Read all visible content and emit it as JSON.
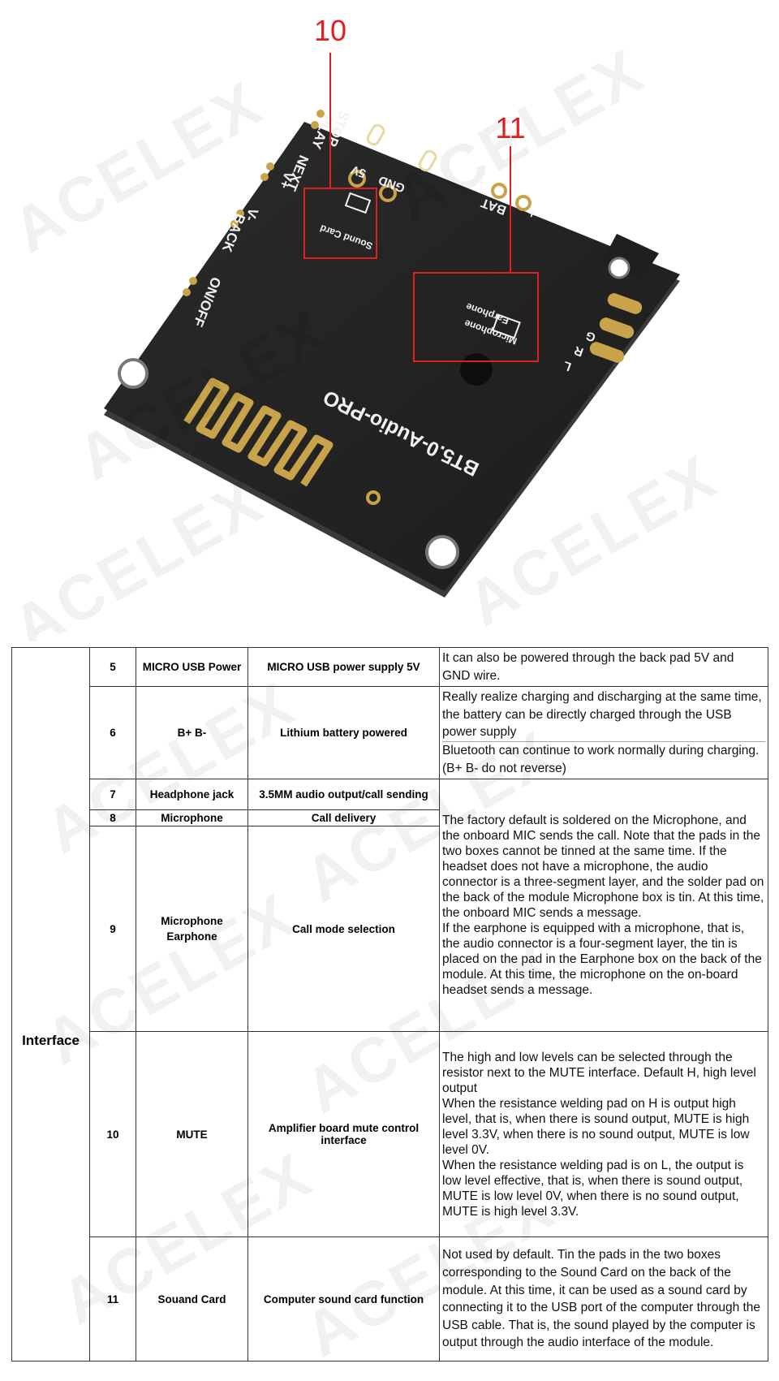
{
  "watermark_text": "ACELEX",
  "photo": {
    "callout_a": "10",
    "callout_b": "11",
    "board_model": "BT5.0-Audio-PRO",
    "pads": {
      "stop": "STOP",
      "play": "PLAY",
      "next": "NEXT",
      "vplus": "V+",
      "back": "BACK",
      "vminus": "V-",
      "onoff": "ON/OFF",
      "five_v": "5V",
      "gnd": "GND",
      "bat": "BAT",
      "bat_minus": "-",
      "bat_plus": "+",
      "sound_card": "Sound Card",
      "microphone": "Microphone",
      "earphone": "Earphone",
      "l": "L",
      "r": "R",
      "g": "G"
    }
  },
  "table": {
    "group_label": "Interface",
    "rows": [
      {
        "num": "5",
        "name": "MICRO USB Power",
        "func": "MICRO USB power supply 5V",
        "desc": [
          "It can also be powered through the back pad 5V and GND wire."
        ]
      },
      {
        "num": "6",
        "name": "B+ B-",
        "func": "Lithium battery powered",
        "desc": [
          "Really realize charging and discharging at the same time, the battery can be directly charged through the USB power supply",
          "Bluetooth can continue to work normally during charging. (B+ B- do not reverse)"
        ]
      },
      {
        "num": "7",
        "name": "Headphone jack",
        "func": "3.5MM audio output/call sending"
      },
      {
        "num": "8",
        "name": "Microphone",
        "func": "Call delivery"
      },
      {
        "num": "9",
        "name_lines": [
          "Microphone",
          "Earphone"
        ],
        "func": "Call mode selection"
      },
      {
        "num": "10",
        "name": "MUTE",
        "func": "Amplifier board mute control interface",
        "desc": [
          "The high and low levels can be selected through the resistor next to the MUTE interface. Default H, high level output",
          "When the resistance welding pad on H is output high level, that is, when there is sound output, MUTE is high level 3.3V, when there is no sound output, MUTE is low level 0V.",
          "When the resistance welding pad is on L, the output is low level effective, that is, when there is sound output, MUTE is low level 0V, when there is no sound output, MUTE is high level 3.3V."
        ]
      },
      {
        "num": "11",
        "name": "Souand Card",
        "func": "Computer sound card function",
        "desc": [
          "Not used by default. Tin the pads in the two boxes corresponding to the Sound Card on the back of the module. At this time, it can be used as a sound card by connecting it to the USB port of the computer through the USB cable. That is, the sound played by the computer is output through the audio interface of the module."
        ]
      }
    ],
    "merged_desc_7_9": [
      "The factory default is soldered on the Microphone, and the onboard MIC sends the call. Note that the pads in the two boxes cannot be tinned at the same time. If the headset does not have a microphone, the audio connector is a three-segment layer, and the solder pad on the back of the module Microphone box is tin. At this time, the onboard MIC sends a message.",
      "If the earphone is equipped with a microphone, that is, the audio connector is a four-segment layer, the tin is placed on the pad in the Earphone box on the back of the module. At this time, the microphone on the on-board headset sends a message."
    ]
  },
  "colors": {
    "board": "#232323",
    "pad_gold": "#c9a34a",
    "callout_red": "#e02020",
    "silkscreen": "#f2f2f2"
  }
}
